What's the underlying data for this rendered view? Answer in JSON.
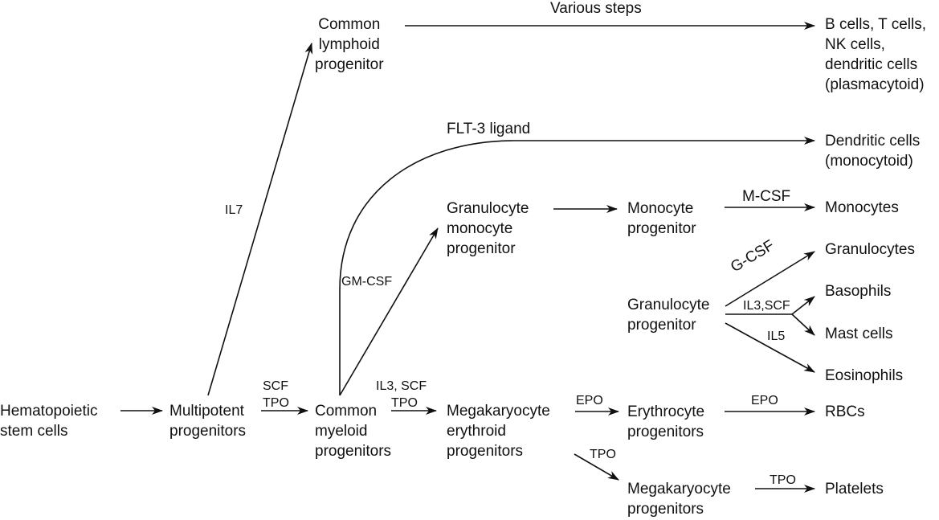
{
  "diagram": {
    "title": "Hematopoiesis cytokine pathways",
    "stroke_color": "#111111",
    "nodes": {
      "hsc": [
        "Hematopoietic",
        "stem cells"
      ],
      "mpp": [
        "Multipotent",
        "progenitors"
      ],
      "clp": [
        "Common",
        "lymphoid",
        "progenitor"
      ],
      "lymph_out": [
        "B cells, T cells,",
        "NK cells,",
        "dendritic cells",
        "(plasmacytoid)"
      ],
      "dc_mono": [
        "Dendritic cells",
        "(monocytoid)"
      ],
      "cmp": [
        "Common",
        "myeloid",
        "progenitors"
      ],
      "gmp": [
        "Granulocyte",
        "monocyte",
        "progenitor"
      ],
      "mono_prog": [
        "Monocyte",
        "progenitor"
      ],
      "monocytes": [
        "Monocytes"
      ],
      "gran_prog": [
        "Granulocyte",
        "progenitor"
      ],
      "granulocytes": [
        "Granulocytes"
      ],
      "basophils": [
        "Basophils"
      ],
      "mast": [
        "Mast cells"
      ],
      "eosinophils": [
        "Eosinophils"
      ],
      "mep": [
        "Megakaryocyte",
        "erythroid",
        "progenitors"
      ],
      "ery_prog": [
        "Erythrocyte",
        "progenitors"
      ],
      "rbcs": [
        "RBCs"
      ],
      "mk_prog": [
        "Megakaryocyte",
        "progenitors"
      ],
      "platelets": [
        "Platelets"
      ]
    },
    "edge_labels": {
      "various_steps": "Various steps",
      "il7": "IL7",
      "flt3": "FLT-3 ligand",
      "gmcsf": "GM-CSF",
      "mcsf": "M-CSF",
      "gcsf": "G-CSF",
      "il3scf_baso": "IL3,SCF",
      "il5": "IL5",
      "scf_mpp": "SCF",
      "tpo_mpp": "TPO",
      "il3scf_cmp": "IL3, SCF",
      "tpo_cmp": "TPO",
      "epo_mep": "EPO",
      "epo_ery": "EPO",
      "tpo_mep": "TPO",
      "tpo_mk": "TPO"
    }
  }
}
